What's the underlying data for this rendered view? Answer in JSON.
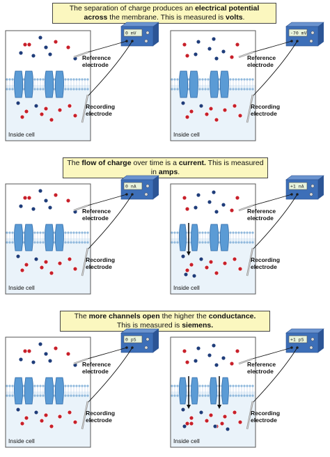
{
  "banners": [
    {
      "line1": [
        "The separation of charge produces an ",
        "electrical potential"
      ],
      "line2": [
        "across",
        " the membrane.  This is measured is ",
        "volts",
        "."
      ]
    },
    {
      "line1": [
        "The ",
        "flow of charge",
        " over time is a ",
        "current.",
        "  This is measured"
      ],
      "line2": [
        "in ",
        "amps",
        "."
      ]
    },
    {
      "line1": [
        "The ",
        "more channels open",
        " the higher the ",
        "conductance."
      ],
      "line2": [
        "This is measured is ",
        "siemens."
      ]
    }
  ],
  "labels": {
    "reference": [
      "Reference",
      "electrode"
    ],
    "recording": [
      "Recording",
      "electrode"
    ],
    "inside": "Inside cell"
  },
  "readings": [
    "0 mV",
    "-70 mV",
    "0 nA",
    "+1 nA",
    "0 pS",
    "+1 pS"
  ],
  "colors": {
    "banner_bg": "#fbf7bf",
    "channel": "#5b9bd5",
    "anion": "#1f3d7a",
    "cation": "#c8202a",
    "meter": "#3d6fb8",
    "cell_bg": "#eaf3fa"
  }
}
